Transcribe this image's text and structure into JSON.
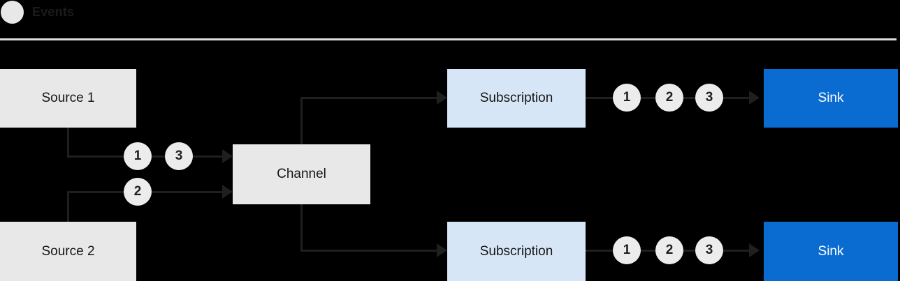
{
  "legend": {
    "label": "Events"
  },
  "nodes": {
    "source1": "Source 1",
    "source2": "Source 2",
    "channel": "Channel",
    "subscription_top": "Subscription",
    "subscription_bottom": "Subscription",
    "sink_top": "Sink",
    "sink_bottom": "Sink"
  },
  "event_sequences": {
    "source1_to_channel": [
      "1",
      "3"
    ],
    "source2_to_channel": [
      "2"
    ],
    "subscription_top_to_sink": [
      "1",
      "2",
      "3"
    ],
    "subscription_bottom_to_sink": [
      "1",
      "2",
      "3"
    ]
  },
  "colors": {
    "background": "#000000",
    "box_gray": "#e8e8e8",
    "box_light_blue": "#d7e6f7",
    "box_blue": "#0a6cd1",
    "line": "#1f1f1f",
    "text_dark": "#151515",
    "text_light": "#ffffff"
  }
}
